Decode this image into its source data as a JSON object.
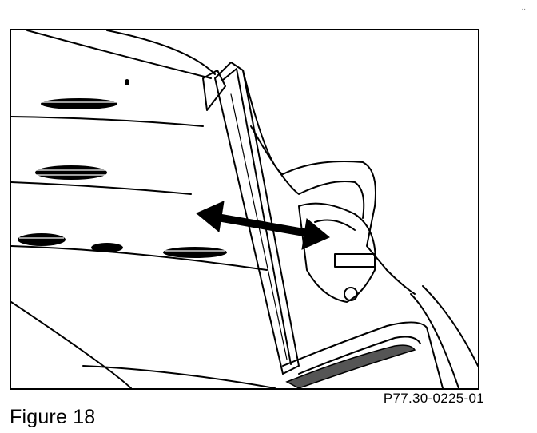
{
  "figure": {
    "caption": "Figure 18",
    "reference_code": "P77.30-0225-01"
  },
  "illustration": {
    "subject": "door-window-frame-removal",
    "arrow": "double-headed-arrow"
  }
}
